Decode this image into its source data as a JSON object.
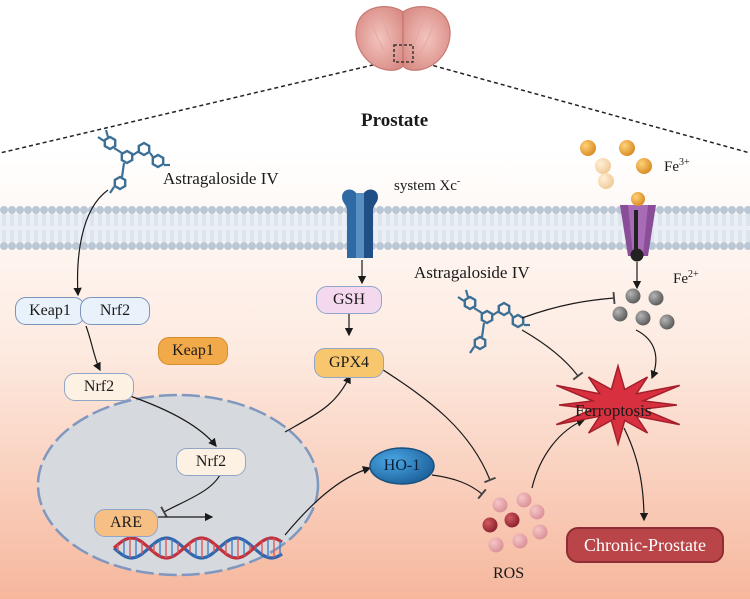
{
  "title": "Prostate",
  "drug_label_top": "Astragaloside IV",
  "drug_label_right": "Astragaloside IV",
  "transporter_label": "system Xc",
  "transporter_sup": "-",
  "fe3": {
    "base": "Fe",
    "sup": "3+"
  },
  "fe2": {
    "base": "Fe",
    "sup": "2+"
  },
  "nodes": {
    "keap1_complex": "Keap1",
    "nrf2_complex": "Nrf2",
    "keap1_free": "Keap1",
    "nrf2_cyto": "Nrf2",
    "nrf2_nucleus": "Nrf2",
    "are": "ARE",
    "gsh": "GSH",
    "gpx4": "GPX4",
    "ho1": "HO-1",
    "ros": "ROS",
    "ferroptosis": "Ferroptosis",
    "chronic_prostate": "Chronic-Prostate"
  },
  "colors": {
    "membrane_head": "#b9c7d6",
    "nucleus_fill": "#d6d9de",
    "nucleus_border": "#8097bf",
    "ferroptosis_star": "#d8303f",
    "chronic_prostate": "#b94549",
    "ho1": "#2f7fc1",
    "drug": "#3c6f95",
    "iron_fe3": "#e7a33c",
    "iron_fe2": "#7a7a7a"
  }
}
